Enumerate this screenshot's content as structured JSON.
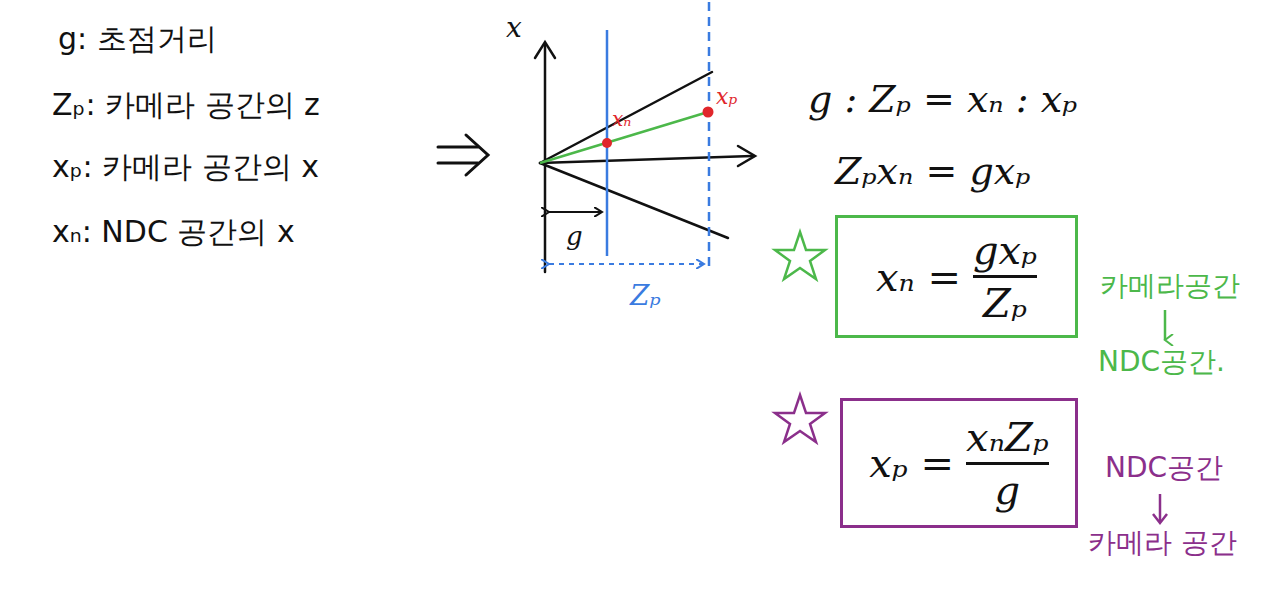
{
  "diagram": {
    "nodes": [
      {
        "text": [
          "xₙ =",
          "gxₚ",
          "Zₚ"
        ]
      },
      {
        "text": [
          "xₚ =",
          "xₙZₚ",
          "g"
        ]
      }
    ],
    "labels": [
      "g: 초점거리",
      "Zₚ: 카메라 공간의 z",
      "xₚ: 카메라 공간의 x",
      "xₙ: NDC 공간의 x",
      "x",
      "xₙ",
      "xₚ",
      "g",
      "Zₚ",
      "g : Zₚ = xₙ : xₚ",
      "Zₚxₙ = gxₚ",
      "카메라공간",
      "NDC공간.",
      "NDC공간",
      "카메라 공간"
    ]
  }
}
